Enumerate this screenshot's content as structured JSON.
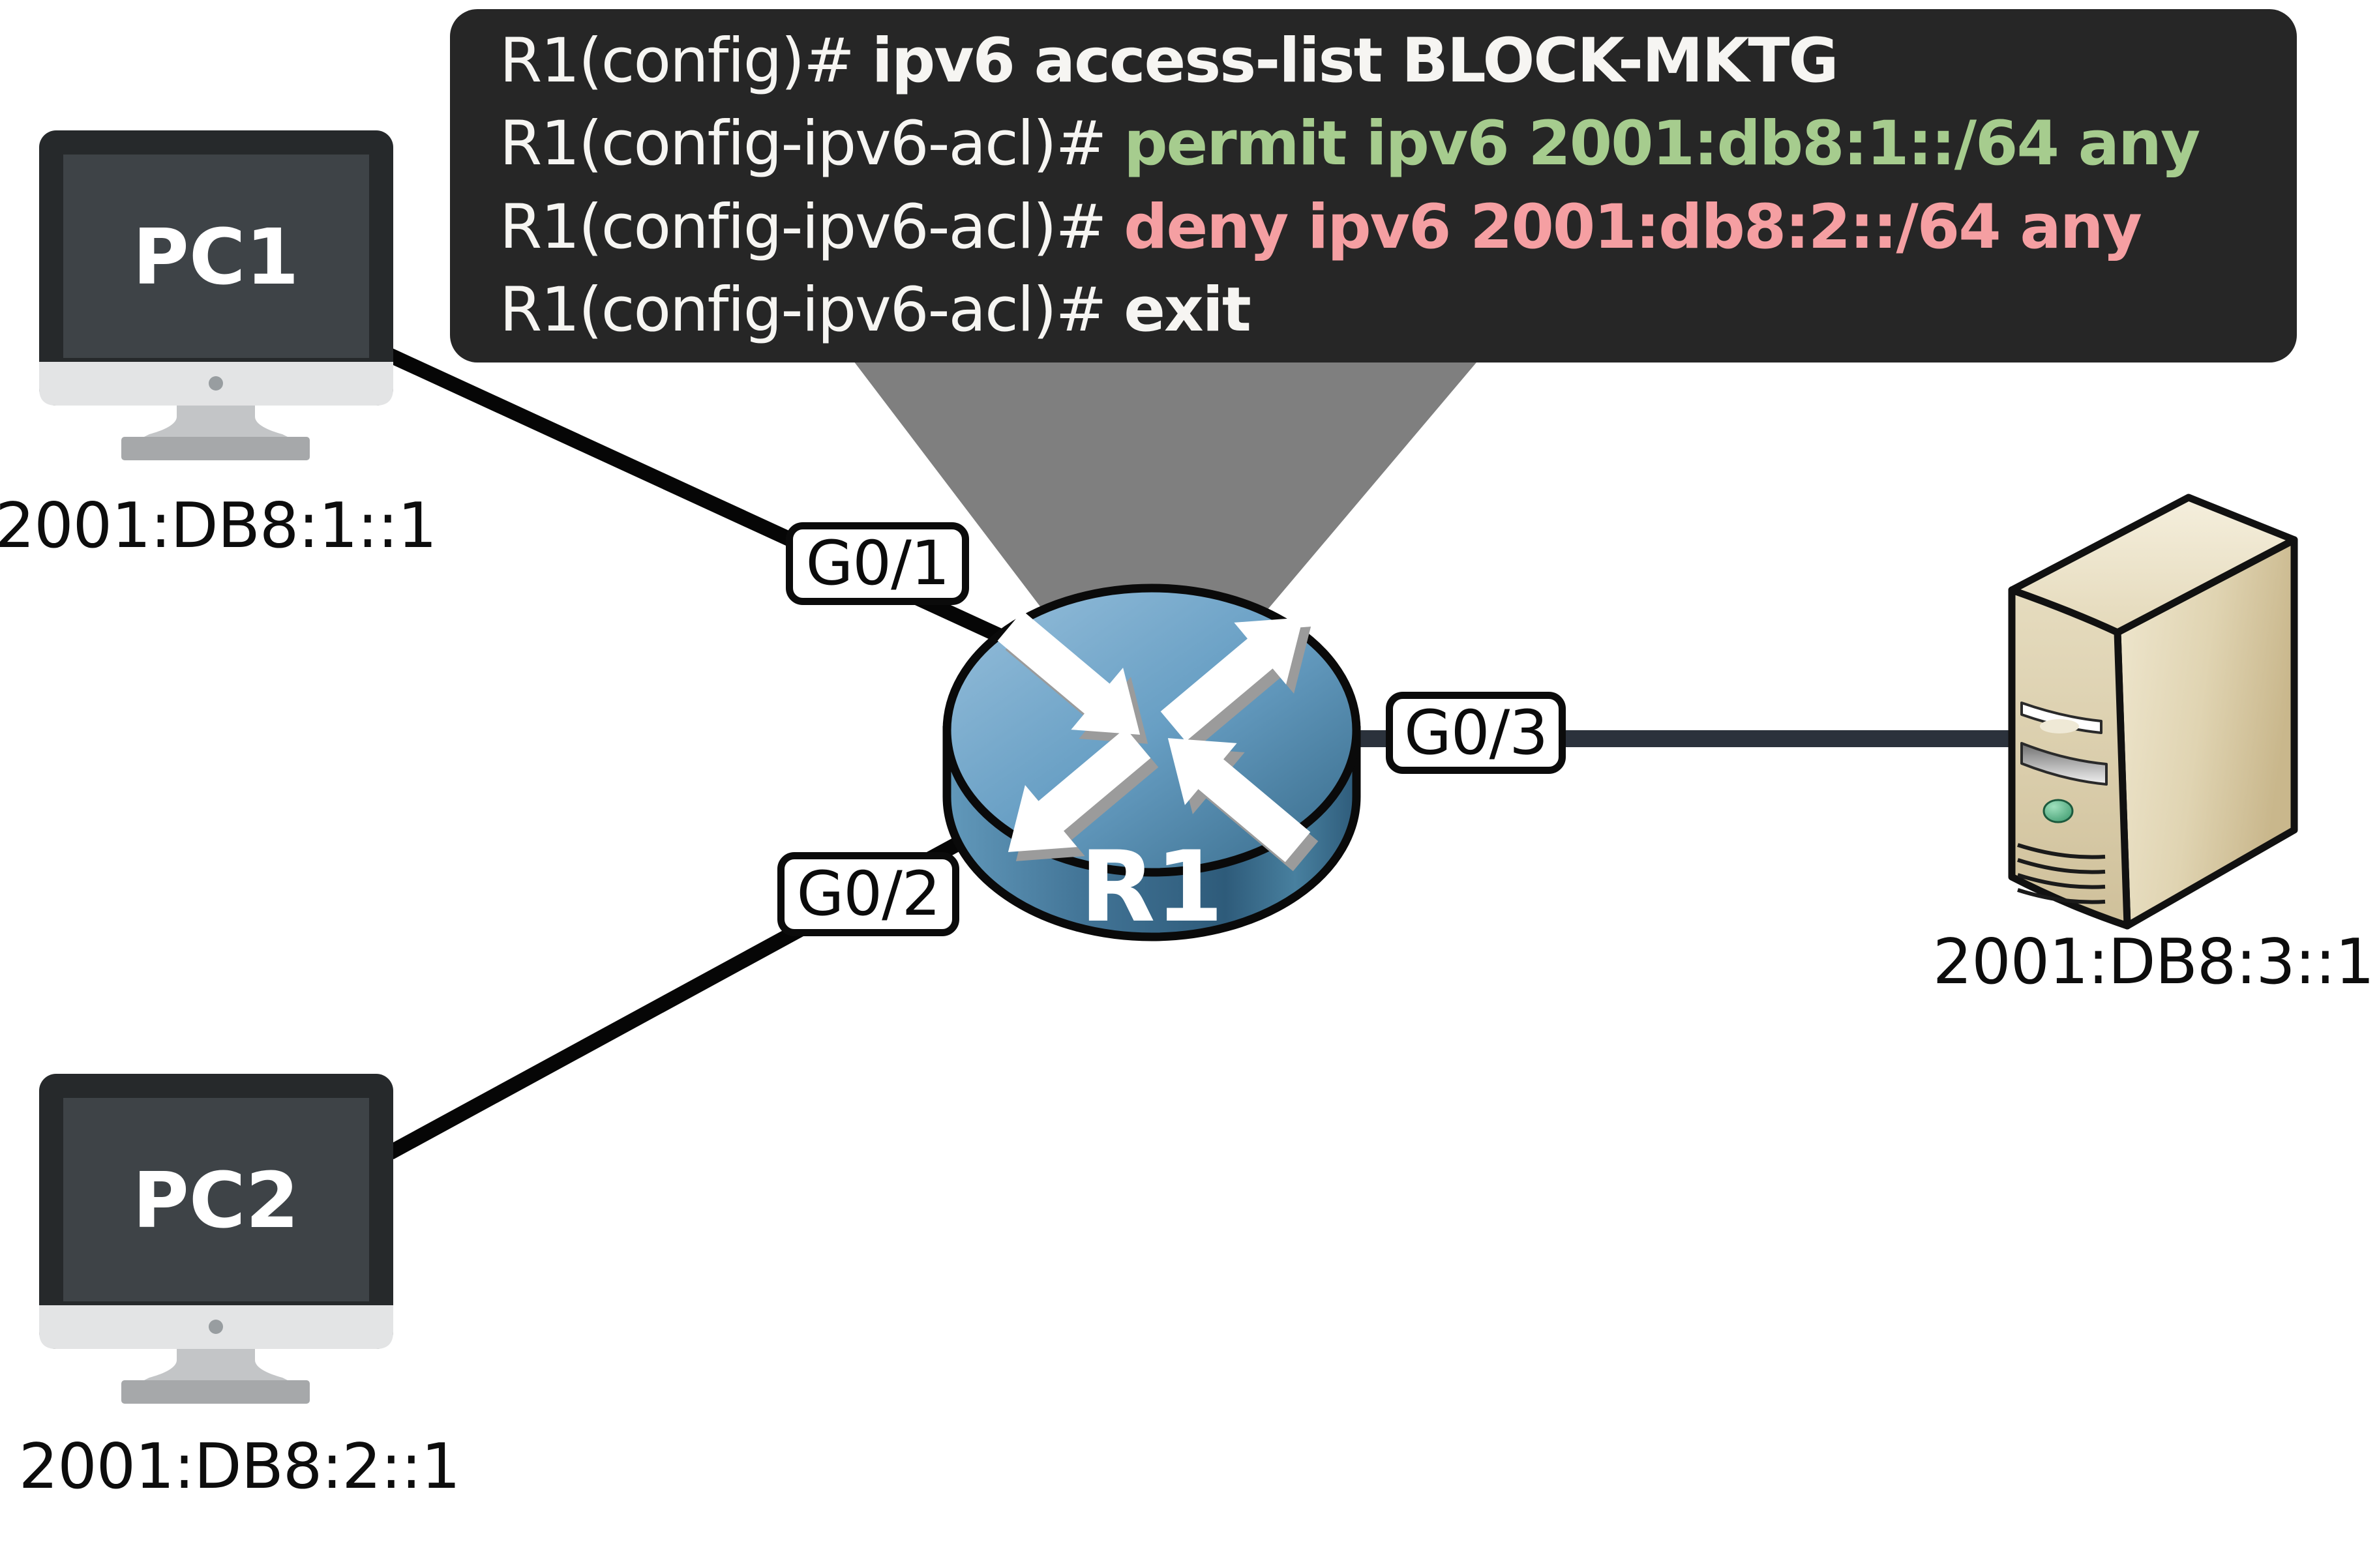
{
  "terminal": {
    "bg": "#262626",
    "lines": [
      {
        "prompt": "R1(config)# ",
        "command": "ipv6 access-list BLOCK-MKTG",
        "style": "color:#f6f5f2"
      },
      {
        "prompt": "R1(config-ipv6-acl)# ",
        "command": "permit ipv6 2001:db8:1::/64 any",
        "style": "color:#a6cc8e"
      },
      {
        "prompt": "R1(config-ipv6-acl)# ",
        "command": "deny ipv6 2001:db8:2::/64 any",
        "style": "color:#f59fa2"
      },
      {
        "prompt": "R1(config-ipv6-acl)# ",
        "command": "exit",
        "style": "color:#f6f5f2"
      }
    ]
  },
  "devices": {
    "pc1": {
      "name": "PC1",
      "address": "2001:DB8:1::1"
    },
    "pc2": {
      "name": "PC2",
      "address": "2001:DB8:2::1"
    },
    "router": {
      "name": "R1"
    },
    "server": {
      "address": "2001:DB8:3::1"
    }
  },
  "interfaces": {
    "g01": {
      "label": "G0/1"
    },
    "g02": {
      "label": "G0/2"
    },
    "g03": {
      "label": "G0/3"
    }
  },
  "colors": {
    "terminal_bg": "#262626",
    "terminal_text": "#f6f5f2",
    "permit_green": "#a6cc8e",
    "deny_pink": "#f59fa2",
    "callout_gray": "#7f7f7f",
    "cable_black": "#060606",
    "cable_slate": "#2b323c",
    "router_blue_light": "#98c0dc",
    "router_blue_dark": "#2e5b7a",
    "server_beige": "#d8cba9"
  }
}
